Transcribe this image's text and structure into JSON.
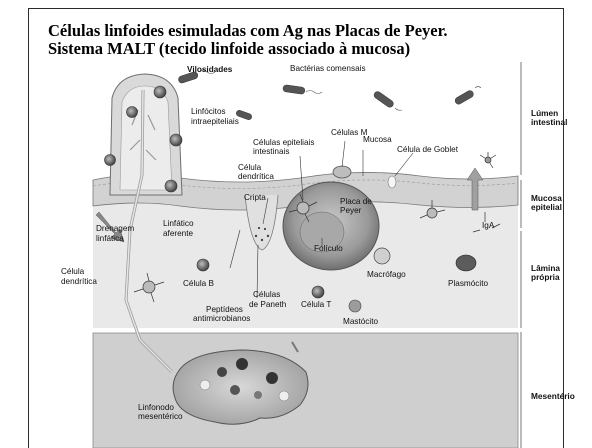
{
  "slide": {
    "title_line1": "Células linfoides esimuladas com Ag nas Placas de Peyer.",
    "title_line2": "Sistema MALT (tecido linfoide associado à mucosa)"
  },
  "figure": {
    "labels": {
      "vilosidades": "Vilosidades",
      "bacterias": "Bactérias comensais",
      "linfocitos_1": "Linfócitos",
      "linfocitos_2": "intraepiteliais",
      "epiteliais_1": "Células epiteliais",
      "epiteliais_2": "intestinais",
      "celulas_m": "Células M",
      "mucosa": "Mucosa",
      "goblet": "Célula de Goblet",
      "celula_dend_1": "Célula",
      "celula_dend_2": "dendrítica",
      "cripta": "Cripta",
      "placa_1": "Placa de",
      "placa_2": "Peyer",
      "drenagem_1": "Drenagem",
      "drenagem_2": "linfática",
      "linfatico_1": "Linfático",
      "linfatico_2": "aferente",
      "foliculo": "Folículo",
      "iga": "IgA",
      "celula_dend_left_1": "Célula",
      "celula_dend_left_2": "dendrítica",
      "celula_b": "Célula B",
      "macrofago": "Macrófago",
      "plasmocito": "Plasmócito",
      "celulas_paneth_1": "Células",
      "celulas_paneth_2": "de Paneth",
      "celula_t": "Célula T",
      "peptideos_1": "Peptídeos",
      "peptideos_2": "antimicrobianos",
      "mastocito": "Mastócito",
      "linfonodo_1": "Linfonodo",
      "linfonodo_2": "mesentérico"
    },
    "regions": {
      "lumen_1": "Lúmen",
      "lumen_2": "intestinal",
      "mucosa_1": "Mucosa",
      "mucosa_2": "epitelial",
      "lamina_1": "Lâmina",
      "lamina_2": "própria",
      "mesenterio": "Mesentério"
    }
  }
}
